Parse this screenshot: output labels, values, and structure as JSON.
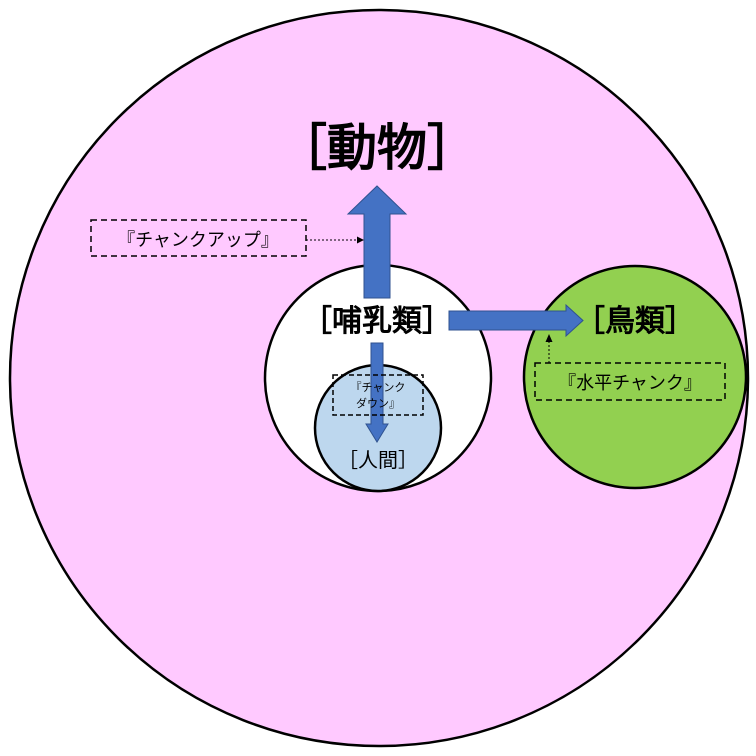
{
  "nodes": {
    "animal": "［動物］",
    "mammal": "［哺乳類］",
    "bird": "［鳥類］",
    "human": "［人間］"
  },
  "annotations": {
    "chunk_up": "『チャンクアップ』",
    "horizontal_chunk": "『水平チャンク』",
    "chunk_down_line1": "『チャンク",
    "chunk_down_line2": "ダウン』"
  },
  "colors": {
    "animal_fill": "#ffc9ff",
    "mammal_fill": "#ffffff",
    "bird_fill": "#92d050",
    "human_fill": "#bdd7ee",
    "arrow_fill": "#4472c4",
    "outline": "#000000"
  }
}
